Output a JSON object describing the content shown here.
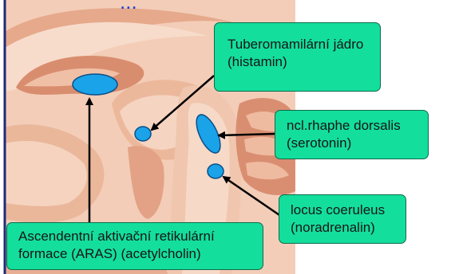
{
  "title_fragment": "...",
  "labels": {
    "tuberomamillar": {
      "line1": "Tuberomamilární jádro",
      "line2": "(histamin)"
    },
    "raphe": {
      "line1": "ncl.rhaphe dorsalis",
      "line2": "(serotonin)"
    },
    "coeruleus": {
      "line1": "locus coeruleus",
      "line2": "(noradrenalin)"
    },
    "aras": {
      "line1": "Ascendentní aktivační retikulární",
      "line2": "formace (ARAS) (acetylcholin)"
    }
  },
  "colors": {
    "label_bg": "#14de9c",
    "marker": "#1aa3e8",
    "tissue_light": "#f2c9b0",
    "tissue_dark": "#d9957a",
    "arrow": "#000000"
  }
}
